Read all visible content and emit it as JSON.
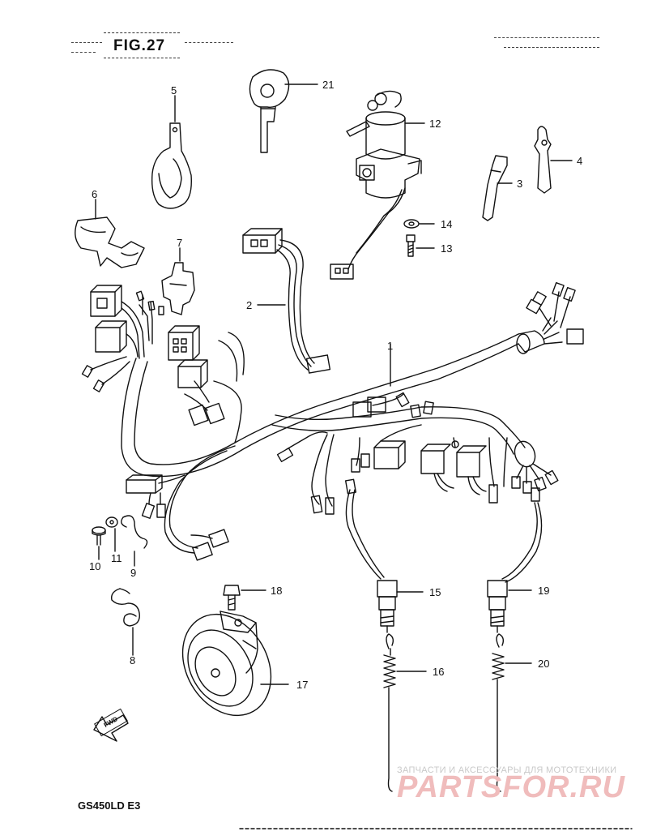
{
  "figure": {
    "title": "FIG.27"
  },
  "model": {
    "code": "GS450LD  E3"
  },
  "fwd_label": "FWD",
  "watermark": {
    "subtitle": "ЗАПЧАСТИ И АКСЕССУАРЫ ДЛЯ МОТОТЕХНИКИ",
    "brand": "PARTSFOR.RU",
    "brand_color": "#f0bcbc"
  },
  "parts": {
    "p1": "1",
    "p2": "2",
    "p3": "3",
    "p4": "4",
    "p5": "5",
    "p6": "6",
    "p7": "7",
    "p8": "8",
    "p9": "9",
    "p10": "10",
    "p11": "11",
    "p12": "12",
    "p13": "13",
    "p14": "14",
    "p15": "15",
    "p16": "16",
    "p17": "17",
    "p18": "18",
    "p19": "19",
    "p20": "20",
    "p21": "21"
  },
  "colors": {
    "line": "#111111",
    "watermark": "#f0bcbc"
  }
}
